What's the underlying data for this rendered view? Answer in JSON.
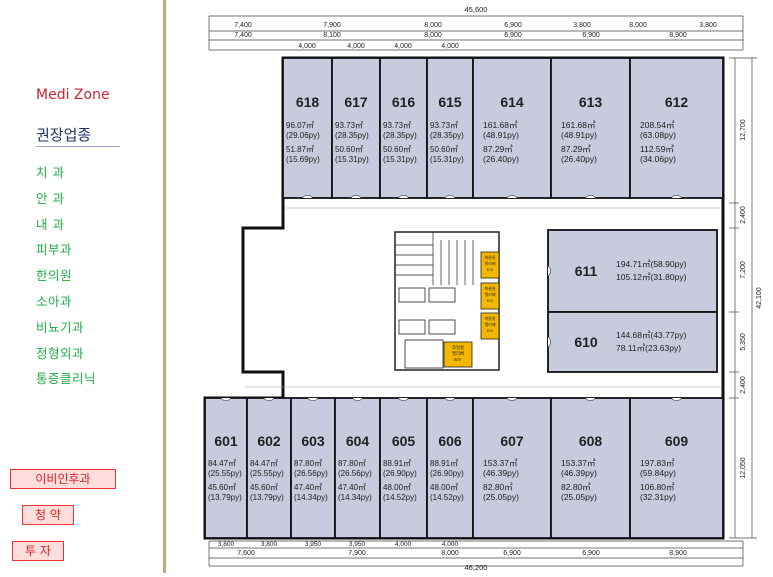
{
  "sidebar": {
    "brand": "Medi Zone",
    "section_title": "권장업종",
    "menu": [
      "치  과",
      "안  과",
      "내  과",
      "피부과",
      "한의원",
      "소아과",
      "비뇨기과",
      "정형외과",
      "통증클리닉"
    ],
    "buttons": {
      "ent": "이비인후과",
      "contract": "청 약",
      "invest": "투 자"
    }
  },
  "dims": {
    "top_total": "45,600",
    "top_row1": [
      "7,400",
      "7,900",
      "8,000",
      "6,900",
      "3,800",
      "8,000",
      "3,800"
    ],
    "top_row2": [
      "7,400",
      "8,100",
      "8,000",
      "6,900",
      "6,900",
      "8,900"
    ],
    "top_row3": [
      "4,000",
      "4,000",
      "4,000",
      "4,000"
    ],
    "bottom_row1": [
      "3,800",
      "3,800",
      "3,950",
      "3,950",
      "4,000",
      "4,000"
    ],
    "bottom_row2": [
      "7,600",
      "7,900",
      "8,000",
      "6,900",
      "6,900",
      "8,900"
    ],
    "bottom_total": "46,200",
    "right": [
      "12,700",
      "2,400",
      "7,200",
      "5,350",
      "2,400",
      "12,050"
    ],
    "right_total": "42,100"
  },
  "rooms_top": [
    {
      "no": "618",
      "a1": "96.07㎡",
      "a2": "(29.06py)",
      "a3": "51.87㎡",
      "a4": "(15.69py)"
    },
    {
      "no": "617",
      "a1": "93.73㎡",
      "a2": "(28.35py)",
      "a3": "50.60㎡",
      "a4": "(15.31py)"
    },
    {
      "no": "616",
      "a1": "93.73㎡",
      "a2": "(28.35py)",
      "a3": "50.60㎡",
      "a4": "(15.31py)"
    },
    {
      "no": "615",
      "a1": "93.73㎡",
      "a2": "(28.35py)",
      "a3": "50.60㎡",
      "a4": "(15.31py)"
    },
    {
      "no": "614",
      "a1": "161.68㎡",
      "a2": "(48.91py)",
      "a3": "87.29㎡",
      "a4": "(26.40py)"
    },
    {
      "no": "613",
      "a1": "161.68㎡",
      "a2": "(48.91py)",
      "a3": "87.29㎡",
      "a4": "(26.40py)"
    },
    {
      "no": "612",
      "a1": "208.54㎡",
      "a2": "(63.08py)",
      "a3": "112.59㎡",
      "a4": "(34.06py)"
    }
  ],
  "rooms_mid": [
    {
      "no": "611",
      "a1": "194.71㎡(58.90py)",
      "a2": "105.12㎡(31.80py)"
    },
    {
      "no": "610",
      "a1": "144.68㎡(43.77py)",
      "a2": "78.11㎡(23.63py)"
    }
  ],
  "rooms_bottom": [
    {
      "no": "601",
      "a1": "84.47㎡",
      "a2": "(25.55py)",
      "a3": "45.60㎡",
      "a4": "(13.79py)"
    },
    {
      "no": "602",
      "a1": "84.47㎡",
      "a2": "(25.55py)",
      "a3": "45.60㎡",
      "a4": "(13.79py)"
    },
    {
      "no": "603",
      "a1": "87.80㎡",
      "a2": "(26.56py)",
      "a3": "47.40㎡",
      "a4": "(14.34py)"
    },
    {
      "no": "604",
      "a1": "87.80㎡",
      "a2": "(26.56py)",
      "a3": "47.40㎡",
      "a4": "(14.34py)"
    },
    {
      "no": "605",
      "a1": "88.91㎡",
      "a2": "(26.90py)",
      "a3": "48.00㎡",
      "a4": "(14.52py)"
    },
    {
      "no": "606",
      "a1": "88.91㎡",
      "a2": "(26.90py)",
      "a3": "48.00㎡",
      "a4": "(14.52py)"
    },
    {
      "no": "607",
      "a1": "153.37㎡",
      "a2": "(46.39py)",
      "a3": "82.80㎡",
      "a4": "(25.05py)"
    },
    {
      "no": "608",
      "a1": "153.37㎡",
      "a2": "(46.39py)",
      "a3": "82.80㎡",
      "a4": "(25.05py)"
    },
    {
      "no": "609",
      "a1": "197.83㎡",
      "a2": "(59.84py)",
      "a3": "106.80㎡",
      "a4": "(32.31py)"
    }
  ],
  "ev_small": [
    "화물용\n엘리베\nE/V",
    "화물용\n엘리베\nE/V",
    "화물용\n엘리베\nE/V"
  ],
  "ev_main": "과일용\n엘리베\nE/V",
  "colors": {
    "room_fill": "#c8cade",
    "wall": "#111111",
    "ev": "#f5b800",
    "brand": "#cc2233",
    "menu": "#22aa44"
  }
}
